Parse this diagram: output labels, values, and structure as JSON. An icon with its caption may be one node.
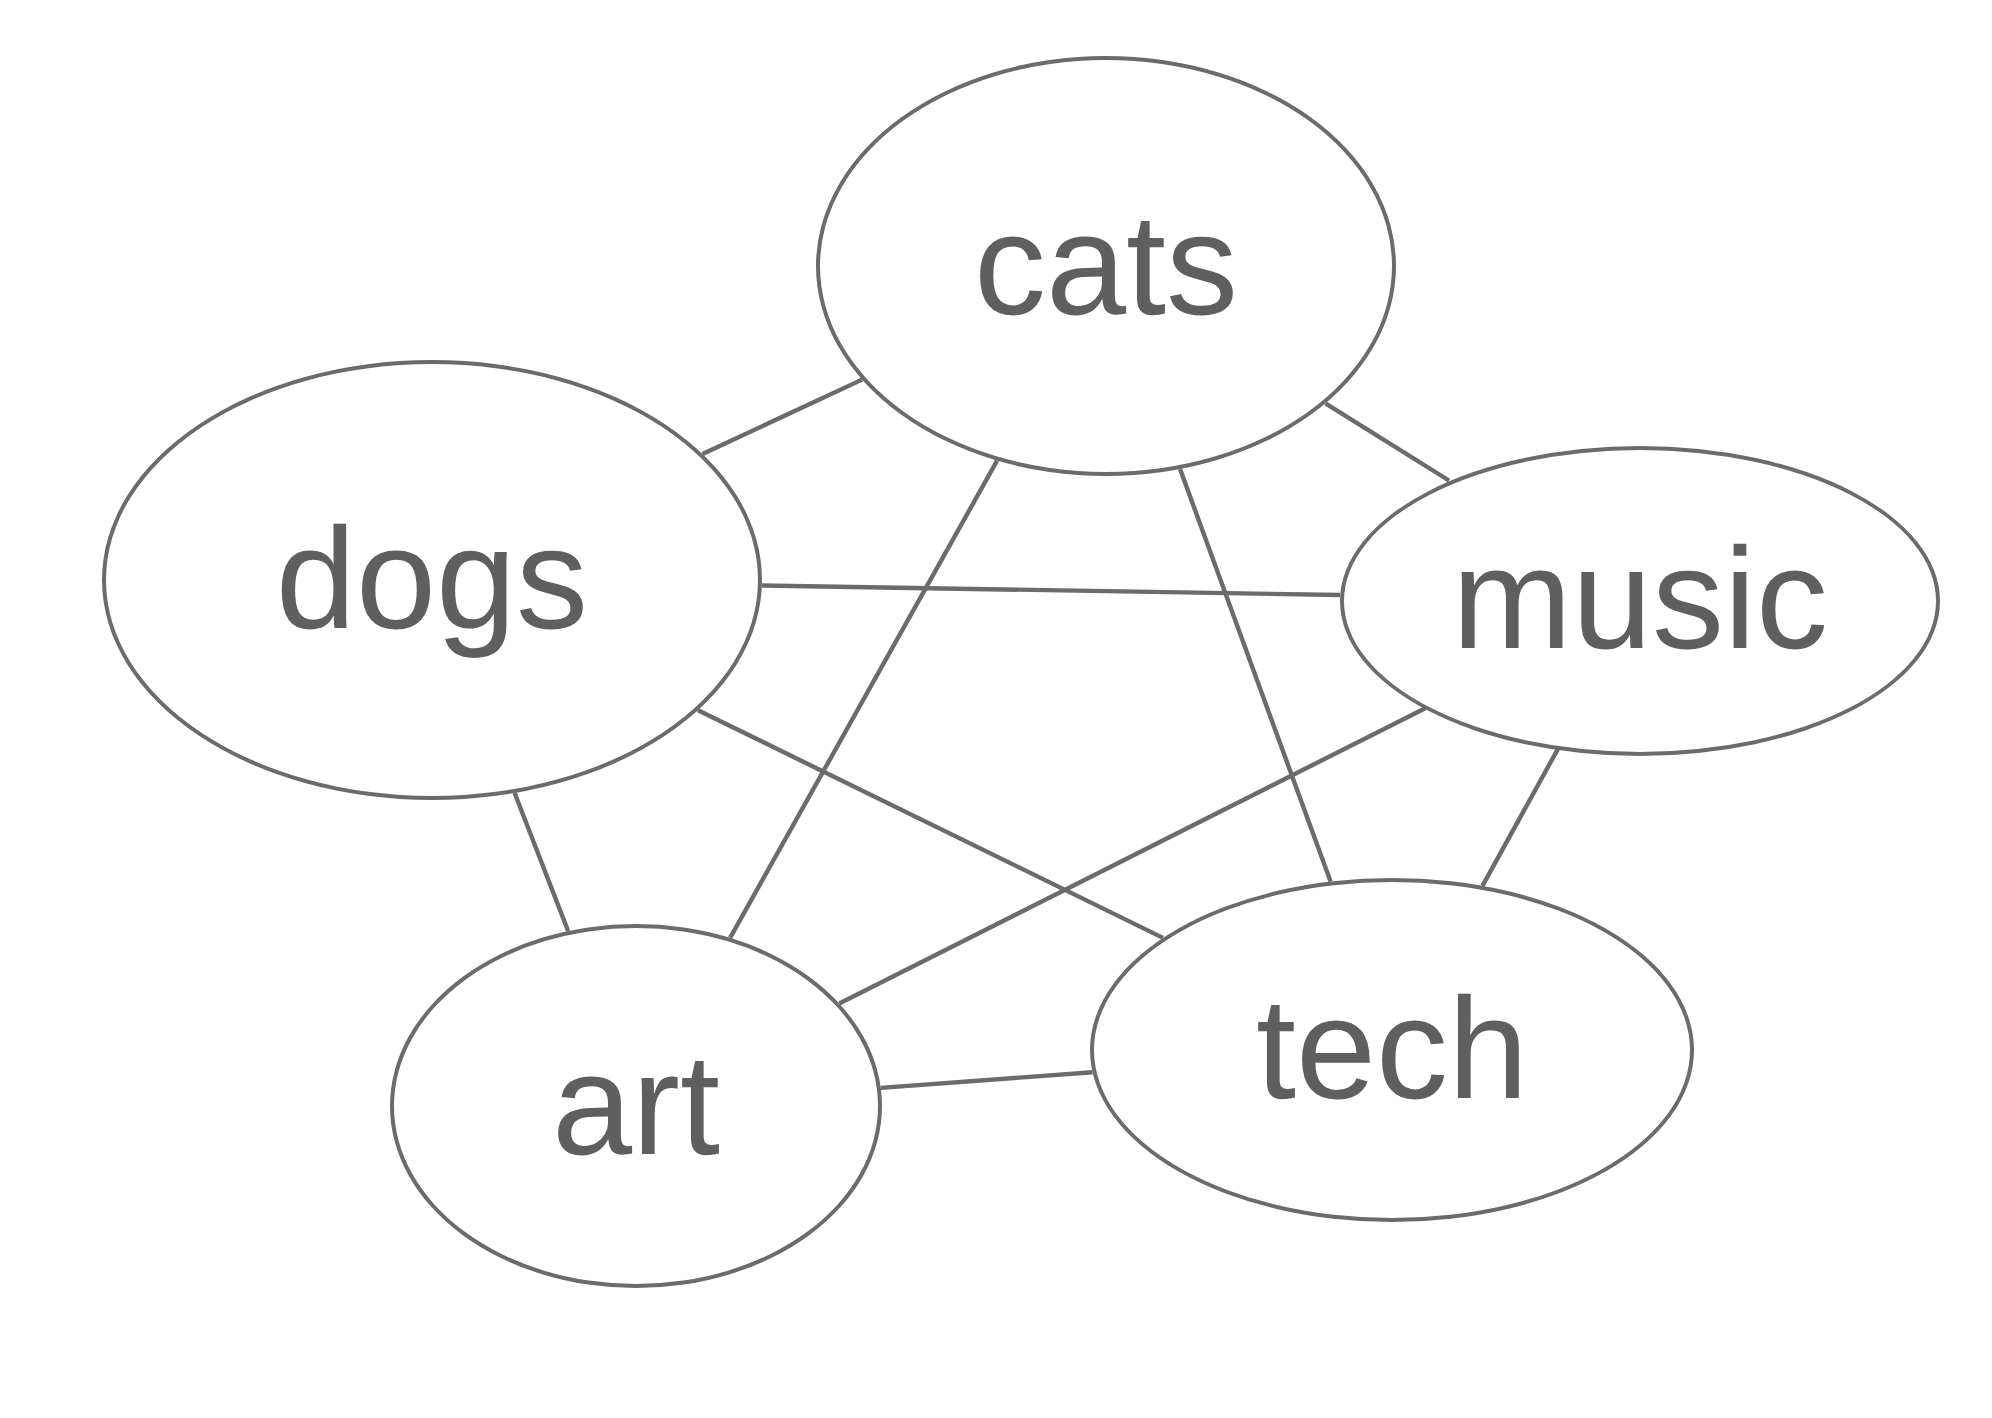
{
  "diagram": {
    "nodes": [
      {
        "text": [
          "cats"
        ]
      },
      {
        "text": [
          "dogs"
        ]
      },
      {
        "text": [
          "music"
        ]
      },
      {
        "text": [
          "art"
        ]
      },
      {
        "text": [
          "tech"
        ]
      }
    ],
    "edges": [
      {
        "from": 0,
        "to": 1,
        "arrow": "none"
      },
      {
        "from": 0,
        "to": 2,
        "arrow": "none"
      },
      {
        "from": 0,
        "to": 3,
        "arrow": "none"
      },
      {
        "from": 0,
        "to": 4,
        "arrow": "none"
      },
      {
        "from": 1,
        "to": 2,
        "arrow": "none"
      },
      {
        "from": 1,
        "to": 4,
        "arrow": "none"
      },
      {
        "from": 1,
        "to": 3,
        "arrow": "none"
      },
      {
        "from": 2,
        "to": 3,
        "arrow": "none"
      },
      {
        "from": 2,
        "to": 4,
        "arrow": "none"
      },
      {
        "from": 3,
        "to": 4,
        "arrow": "none"
      }
    ]
  }
}
